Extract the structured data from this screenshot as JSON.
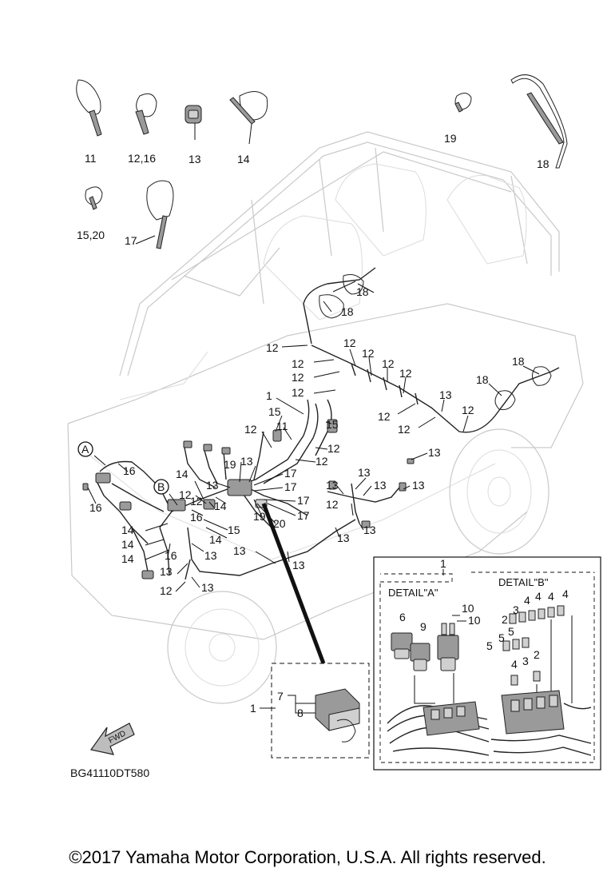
{
  "diagram_code": "BG41110DT580",
  "copyright": "©2017 Yamaha Motor Corporation, U.S.A. All rights reserved.",
  "fwd_label": "FWD",
  "details": {
    "title_a": "DETAIL\"A\"",
    "title_b": "DETAIL\"B\""
  },
  "markers": {
    "a": "A",
    "b": "B"
  },
  "callouts": {
    "c11": "11",
    "c12_16": "12,16",
    "c13": "13",
    "c14": "14",
    "c19": "19",
    "c18": "18",
    "c15_20": "15,20",
    "c17": "17",
    "n1": "1",
    "n2": "2",
    "n3": "3",
    "n4": "4",
    "n5": "5",
    "n6": "6",
    "n7": "7",
    "n8": "8",
    "n9": "9",
    "n10": "10",
    "n11": "11",
    "n12": "12",
    "n13": "13",
    "n14": "14",
    "n15": "15",
    "n16": "16",
    "n17": "17",
    "n18": "18",
    "n19": "19",
    "n20": "20"
  }
}
